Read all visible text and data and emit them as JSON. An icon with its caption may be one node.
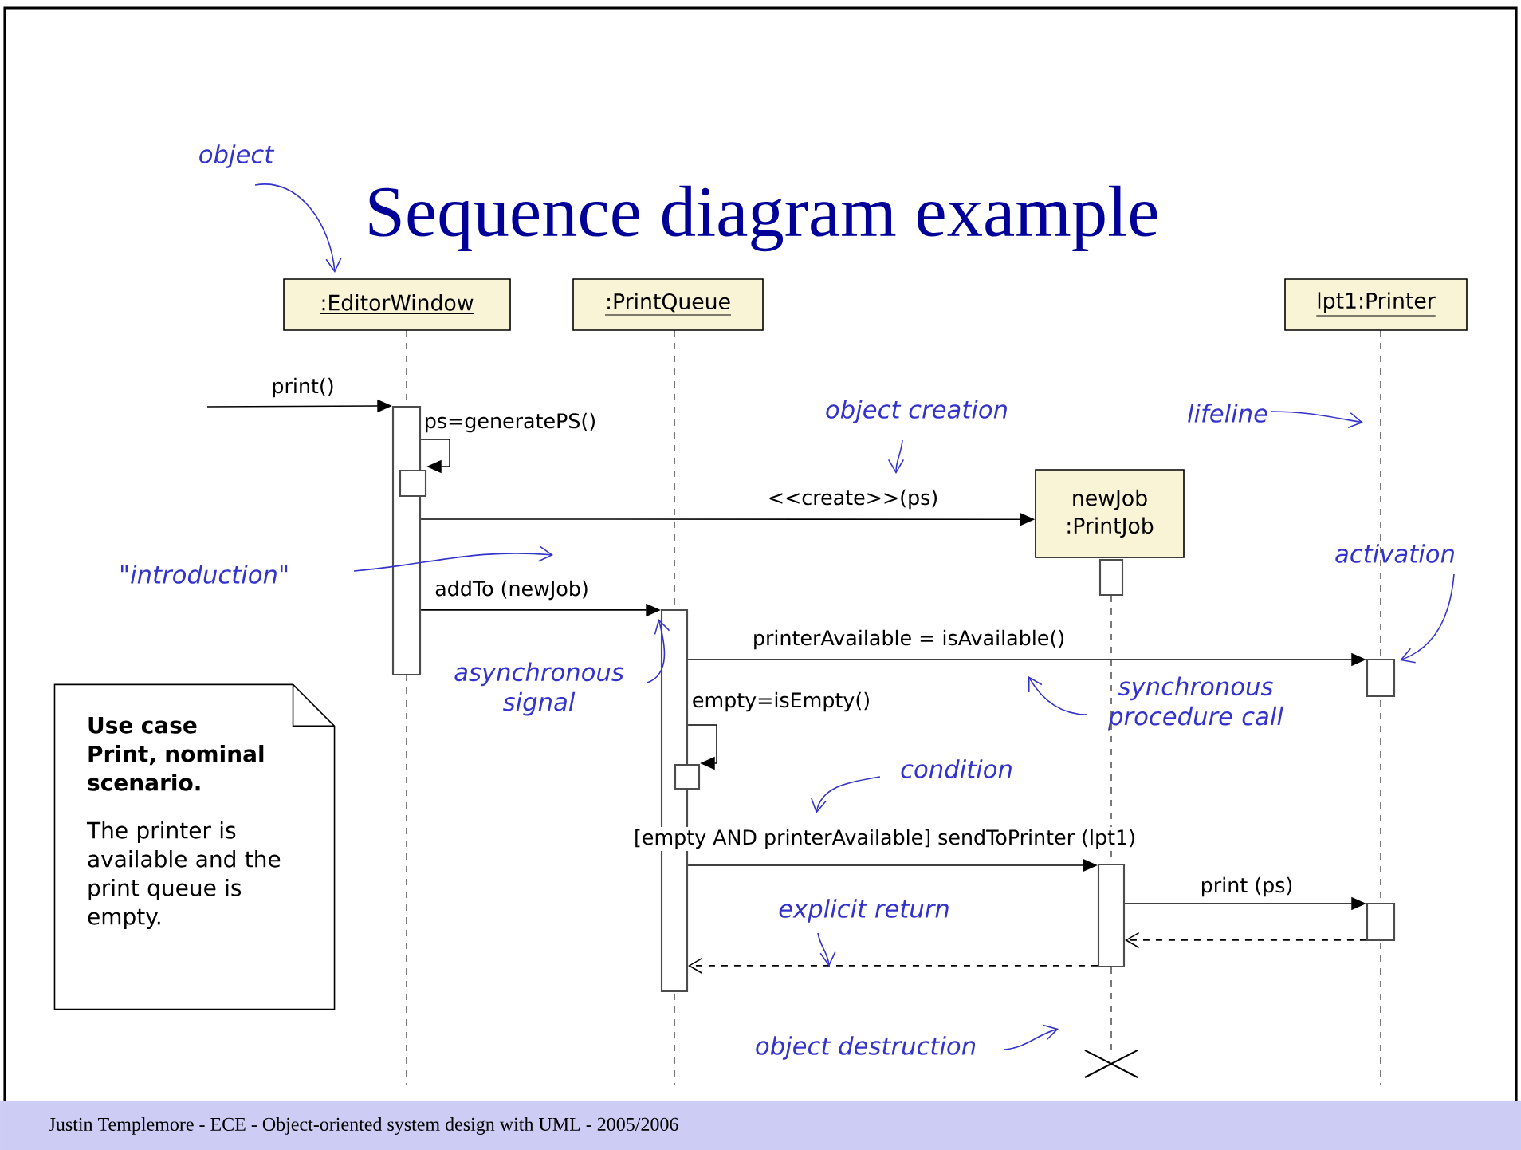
{
  "diagram": {
    "title": "Sequence diagram example",
    "nodes": [
      {
        "text": [
          ":EditorWindow"
        ]
      },
      {
        "text": [
          ":PrintQueue"
        ]
      },
      {
        "text": [
          "newJob :PrintJob"
        ]
      },
      {
        "text": [
          "lpt1:Printer"
        ]
      },
      {
        "text": [
          "Use case Print, nominal scenario.",
          "The printer is available and the print queue is empty."
        ]
      },
      {
        "text": [],
        "shape": "bar"
      },
      {
        "text": [],
        "shape": "bar"
      },
      {
        "text": [],
        "shape": "bar"
      },
      {
        "text": [],
        "shape": "bar"
      },
      {
        "text": [],
        "shape": "bar"
      },
      {
        "text": [],
        "shape": "bar"
      },
      {
        "text": [],
        "shape": "bar"
      },
      {
        "text": [],
        "shape": "bar"
      },
      {
        "text": [
          "object"
        ]
      },
      {
        "text": [
          "object creation"
        ]
      },
      {
        "text": [
          "lifeline"
        ]
      },
      {
        "text": [
          "activation"
        ]
      },
      {
        "text": [
          "\"introduction\""
        ]
      },
      {
        "text": [
          "asynchronous signal"
        ]
      },
      {
        "text": [
          "synchronous procedure call"
        ]
      },
      {
        "text": [
          "condition"
        ]
      },
      {
        "text": [
          "explicit return"
        ]
      },
      {
        "text": [
          "object destruction"
        ]
      },
      {
        "text": [],
        "shape": "cross"
      }
    ],
    "edges": [
      {
        "from": null,
        "to": 5,
        "arrow": "to",
        "label": "print()"
      },
      {
        "from": 5,
        "to": 6,
        "arrow": "to",
        "label": "ps=generatePS()"
      },
      {
        "from": 5,
        "to": 2,
        "arrow": "to",
        "label": "<<create>>(ps)"
      },
      {
        "from": 5,
        "to": 7,
        "arrow": "to",
        "label": "addTo (newJob)"
      },
      {
        "from": 7,
        "to": 11,
        "arrow": "to",
        "label": "printerAvailable = isAvailable()"
      },
      {
        "from": 7,
        "to": 8,
        "arrow": "to",
        "label": "empty=isEmpty()"
      },
      {
        "from": 7,
        "to": 10,
        "arrow": "to",
        "label": "[empty AND printerAvailable] sendToPrinter (lpt1)"
      },
      {
        "from": 10,
        "to": 12,
        "arrow": "to",
        "label": "print (ps)"
      },
      {
        "from": 12,
        "to": 10,
        "arrow": "to",
        "style": "dashed"
      },
      {
        "from": 10,
        "to": 7,
        "arrow": "to",
        "style": "dashed"
      },
      {
        "from": 13,
        "to": 0,
        "arrow": "to",
        "color": "#3333cc"
      },
      {
        "from": 14,
        "to": null,
        "arrow": "to",
        "color": "#3333cc"
      },
      {
        "from": 15,
        "to": null,
        "arrow": "to",
        "color": "#3333cc"
      },
      {
        "from": 16,
        "to": 11,
        "arrow": "to",
        "color": "#3333cc"
      },
      {
        "from": 17,
        "to": null,
        "arrow": "to",
        "color": "#3333cc"
      },
      {
        "from": 18,
        "to": 7,
        "arrow": "to",
        "color": "#3333cc"
      },
      {
        "from": 19,
        "to": null,
        "arrow": "to",
        "color": "#3333cc"
      },
      {
        "from": 20,
        "to": null,
        "arrow": "to",
        "color": "#3333cc"
      },
      {
        "from": 21,
        "to": null,
        "arrow": "to",
        "color": "#3333cc"
      },
      {
        "from": 22,
        "to": null,
        "arrow": "to",
        "color": "#3333cc"
      },
      {
        "from": 9,
        "to": 10,
        "arrow": "none",
        "style": "dashed"
      },
      {
        "from": 10,
        "to": 23,
        "arrow": "none",
        "style": "dashed"
      }
    ],
    "labels": [
      "Justin Templemore - ECE - Object-oriented system design with UML - 2005/2006"
    ]
  }
}
